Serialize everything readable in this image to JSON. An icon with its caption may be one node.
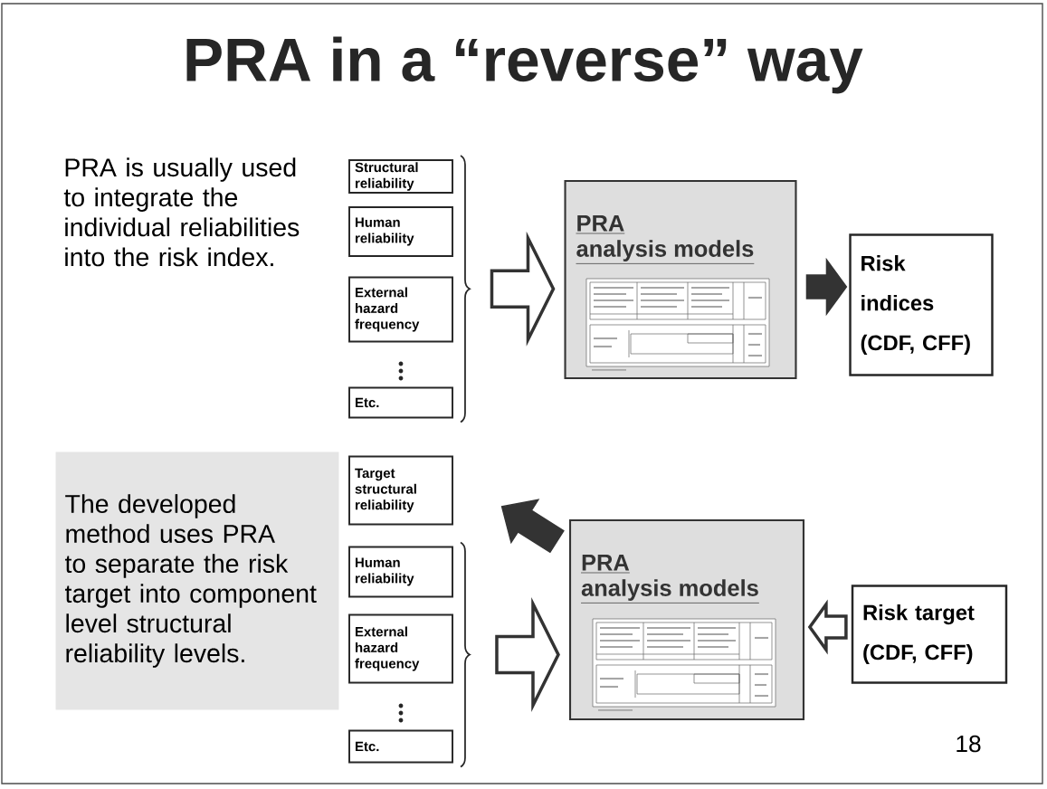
{
  "diagram": {
    "title": "PRA in a “reverse” way",
    "nodes": [
      {
        "text": [
          "Structural reliability"
        ]
      },
      {
        "text": [
          "Human reliability"
        ]
      },
      {
        "text": [
          "External hazard frequency"
        ]
      },
      {
        "text": [
          "Etc."
        ]
      },
      {
        "text": [
          "PRA",
          "analysis models"
        ]
      },
      {
        "text": [
          "Risk indices (CDF, CFF)"
        ]
      },
      {
        "text": [
          "The developed method uses PRA to separate the risk target into component level structural reliability levels."
        ]
      },
      {
        "text": [
          "Target structural reliability"
        ]
      },
      {
        "text": [
          "Human reliability"
        ]
      },
      {
        "text": [
          "External hazard frequency"
        ]
      },
      {
        "text": [
          "Etc."
        ]
      },
      {
        "text": [
          "PRA",
          "analysis models"
        ]
      },
      {
        "text": [
          "Risk target (CDF, CFF)"
        ]
      }
    ],
    "edges": [
      {
        "from": 0,
        "to": 4,
        "arrow": "to"
      },
      {
        "from": 1,
        "to": 4,
        "arrow": "to"
      },
      {
        "from": 2,
        "to": 4,
        "arrow": "to"
      },
      {
        "from": 3,
        "to": 4,
        "arrow": "to"
      },
      {
        "from": 4,
        "to": 5,
        "arrow": "to",
        "style": "thick"
      },
      {
        "from": 11,
        "to": 7,
        "arrow": "to",
        "style": "thick"
      },
      {
        "from": 8,
        "to": 11,
        "arrow": "to"
      },
      {
        "from": 9,
        "to": 11,
        "arrow": "to"
      },
      {
        "from": 10,
        "to": 11,
        "arrow": "to"
      },
      {
        "from": 12,
        "to": 11,
        "arrow": "to"
      }
    ],
    "labels": [
      "PRA is usually used to integrate the individual reliabilities into the risk index.",
      "18"
    ]
  }
}
